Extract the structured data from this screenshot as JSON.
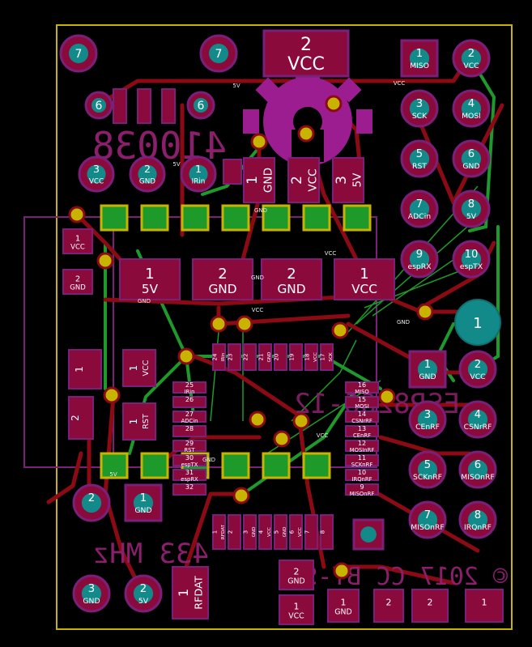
{
  "board": {
    "silk_part": "410038",
    "silk_mcu": "ESP8266-12",
    "silk_radio": "433 MHz",
    "silk_copyright": "© 2017 CC BY-SA",
    "colors": {
      "background": "#000000",
      "outline": "#c8b400",
      "track_red": "#8b0a14",
      "track_green": "#1e9a2a",
      "pad_fill": "#8b0a3c",
      "pad_border": "#7a1f7a",
      "hole": "#138a8a",
      "silk": "#8b1f6b",
      "logo": "#9b1d8f"
    }
  },
  "top_connector": {
    "num": "2",
    "label": "VCC"
  },
  "mount_holes": [
    "7",
    "7",
    "6",
    "6"
  ],
  "header_right": [
    {
      "num": "1",
      "label": "MISO"
    },
    {
      "num": "2",
      "label": "VCC"
    },
    {
      "num": "3",
      "label": "SCK"
    },
    {
      "num": "4",
      "label": "MOSI"
    },
    {
      "num": "5",
      "label": "RST"
    },
    {
      "num": "6",
      "label": "GND"
    },
    {
      "num": "7",
      "label": "ADCin"
    },
    {
      "num": "8",
      "label": "5V"
    },
    {
      "num": "9",
      "label": "espRX"
    },
    {
      "num": "10",
      "label": "espTX"
    }
  ],
  "header_left": [
    {
      "num": "3",
      "label": "VCC"
    },
    {
      "num": "2",
      "label": "GND"
    },
    {
      "num": "1",
      "label": "IRin"
    }
  ],
  "power_vert": [
    {
      "num": "1",
      "label": "GND"
    },
    {
      "num": "2",
      "label": "VCC"
    },
    {
      "num": "3",
      "label": "5V"
    }
  ],
  "power_row": [
    {
      "num": "1",
      "label": "5V"
    },
    {
      "num": "2",
      "label": "GND"
    },
    {
      "num": "2",
      "label": "GND"
    },
    {
      "num": "1",
      "label": "VCC"
    }
  ],
  "small_left": [
    {
      "num": "1",
      "label": "VCC"
    },
    {
      "num": "2",
      "label": "GND"
    }
  ],
  "cap_pads": [
    {
      "num": "1",
      "label": "VCC"
    },
    {
      "num": "1",
      "label": "RST"
    }
  ],
  "esp_top": [
    {
      "num": "24",
      "label": "IRin"
    },
    {
      "num": "23",
      "label": ""
    },
    {
      "num": "22",
      "label": ""
    },
    {
      "num": "21",
      "label": "GND"
    },
    {
      "num": "20",
      "label": ""
    },
    {
      "num": "19",
      "label": ""
    },
    {
      "num": "18",
      "label": "VCC"
    },
    {
      "num": "17",
      "label": "SCK"
    }
  ],
  "esp_left": [
    {
      "num": "25",
      "label": "IRin"
    },
    {
      "num": "26",
      "label": ""
    },
    {
      "num": "27",
      "label": "ADCin"
    },
    {
      "num": "28",
      "label": ""
    },
    {
      "num": "29",
      "label": "RST"
    },
    {
      "num": "30",
      "label": "espTX"
    },
    {
      "num": "31",
      "label": "espRX"
    },
    {
      "num": "32",
      "label": ""
    }
  ],
  "esp_right": [
    {
      "num": "16",
      "label": "MISO"
    },
    {
      "num": "15",
      "label": "MOSI"
    },
    {
      "num": "14",
      "label": "CSNrRF"
    },
    {
      "num": "13",
      "label": "CEnRF"
    },
    {
      "num": "12",
      "label": "MOSInRF"
    },
    {
      "num": "11",
      "label": "SCKnRF"
    },
    {
      "num": "10",
      "label": "IRQnRF"
    },
    {
      "num": "9",
      "label": "MISOnRF"
    }
  ],
  "esp_bottom": [
    {
      "num": "1",
      "label": "RFDAT"
    },
    {
      "num": "2",
      "label": ""
    },
    {
      "num": "3",
      "label": "GND"
    },
    {
      "num": "4",
      "label": "VCC"
    },
    {
      "num": "5",
      "label": "GND"
    },
    {
      "num": "6",
      "label": "VCC"
    },
    {
      "num": "7",
      "label": ""
    },
    {
      "num": "8",
      "label": ""
    }
  ],
  "nrf_header": [
    {
      "num": "1",
      "label": "GND"
    },
    {
      "num": "2",
      "label": "VCC"
    },
    {
      "num": "3",
      "label": "CEnRF"
    },
    {
      "num": "4",
      "label": "CSNrRF"
    },
    {
      "num": "5",
      "label": "SCKnRF"
    },
    {
      "num": "6",
      "label": "MISOnRF"
    },
    {
      "num": "7",
      "label": "MISOnRF"
    },
    {
      "num": "8",
      "label": "IRQnRF"
    }
  ],
  "radio_pins": [
    {
      "num": "2",
      "label": ""
    },
    {
      "num": "1",
      "label": "GND"
    },
    {
      "num": "3",
      "label": "GND"
    },
    {
      "num": "2",
      "label": "5V"
    },
    {
      "num": "1",
      "label": "RFDAT"
    }
  ],
  "bottom_pads": [
    {
      "num": "2",
      "label": "GND"
    },
    {
      "num": "1",
      "label": "VCC"
    },
    {
      "num": "1",
      "label": "GND"
    },
    {
      "num": "2",
      "label": ""
    },
    {
      "num": "2",
      "label": ""
    },
    {
      "num": "1",
      "label": ""
    }
  ],
  "left_vert_pads": [
    {
      "num": "1",
      "label": ""
    },
    {
      "num": "2",
      "label": ""
    }
  ],
  "net_labels": [
    "5V",
    "VCC",
    "5V",
    "GND",
    "GND",
    "GND",
    "VCC",
    "GND",
    "VCC",
    "5V",
    "GND",
    "VCC"
  ]
}
